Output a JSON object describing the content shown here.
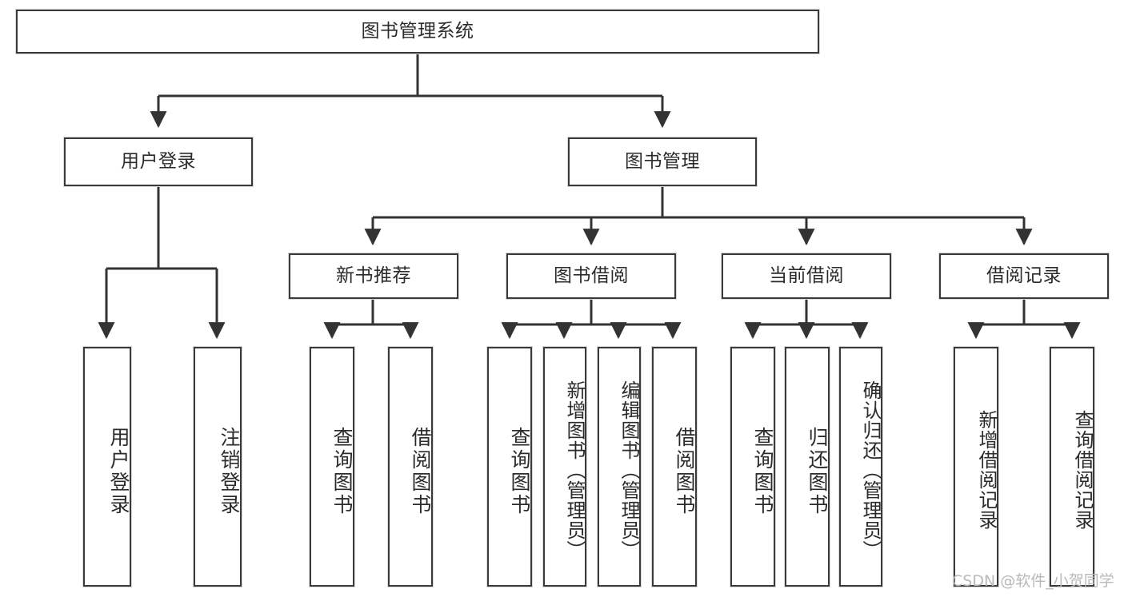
{
  "diagram": {
    "type": "tree-hierarchy",
    "title": "图书管理系统",
    "orientation": "top-down",
    "colors": {
      "box_border": "#3a3a3a",
      "box_fill": "#ffffff",
      "edge": "#333333",
      "text": "#2b2b2b",
      "watermark": "#b9b9b9",
      "background": "#ffffff"
    },
    "root": {
      "id": "root",
      "label": "图书管理系统"
    },
    "level2": [
      {
        "id": "user-login",
        "label": "用户登录"
      },
      {
        "id": "book-manage",
        "label": "图书管理"
      }
    ],
    "level3": [
      {
        "id": "new-book-recommend",
        "label": "新书推荐",
        "parent": "book-manage"
      },
      {
        "id": "book-borrow",
        "label": "图书借阅",
        "parent": "book-manage"
      },
      {
        "id": "current-borrow",
        "label": "当前借阅",
        "parent": "book-manage"
      },
      {
        "id": "borrow-record",
        "label": "借阅记录",
        "parent": "book-manage"
      }
    ],
    "leaves": [
      {
        "id": "leaf-user-login",
        "label": "用户登录",
        "parent": "user-login"
      },
      {
        "id": "leaf-logout-login",
        "label": "注销登录",
        "parent": "user-login"
      },
      {
        "id": "leaf-query-book-1",
        "label": "查询图书",
        "parent": "new-book-recommend"
      },
      {
        "id": "leaf-borrow-book-1",
        "label": "借阅图书",
        "parent": "new-book-recommend"
      },
      {
        "id": "leaf-query-book-2",
        "label": "查询图书",
        "parent": "book-borrow"
      },
      {
        "id": "leaf-add-book",
        "label": "新增图书（管理员）",
        "parent": "book-borrow"
      },
      {
        "id": "leaf-edit-book",
        "label": "编辑图书（管理员）",
        "parent": "book-borrow"
      },
      {
        "id": "leaf-borrow-book-2",
        "label": "借阅图书",
        "parent": "book-borrow"
      },
      {
        "id": "leaf-query-book-3",
        "label": "查询图书",
        "parent": "current-borrow"
      },
      {
        "id": "leaf-return-book",
        "label": "归还图书",
        "parent": "current-borrow"
      },
      {
        "id": "leaf-confirm-return",
        "label": "确认归还（管理员）",
        "parent": "current-borrow"
      },
      {
        "id": "leaf-add-record",
        "label": "新增借阅记录",
        "parent": "borrow-record"
      },
      {
        "id": "leaf-query-record",
        "label": "查询借阅记录",
        "parent": "borrow-record"
      }
    ],
    "watermark": "CSDN @软件_小贺同学"
  }
}
